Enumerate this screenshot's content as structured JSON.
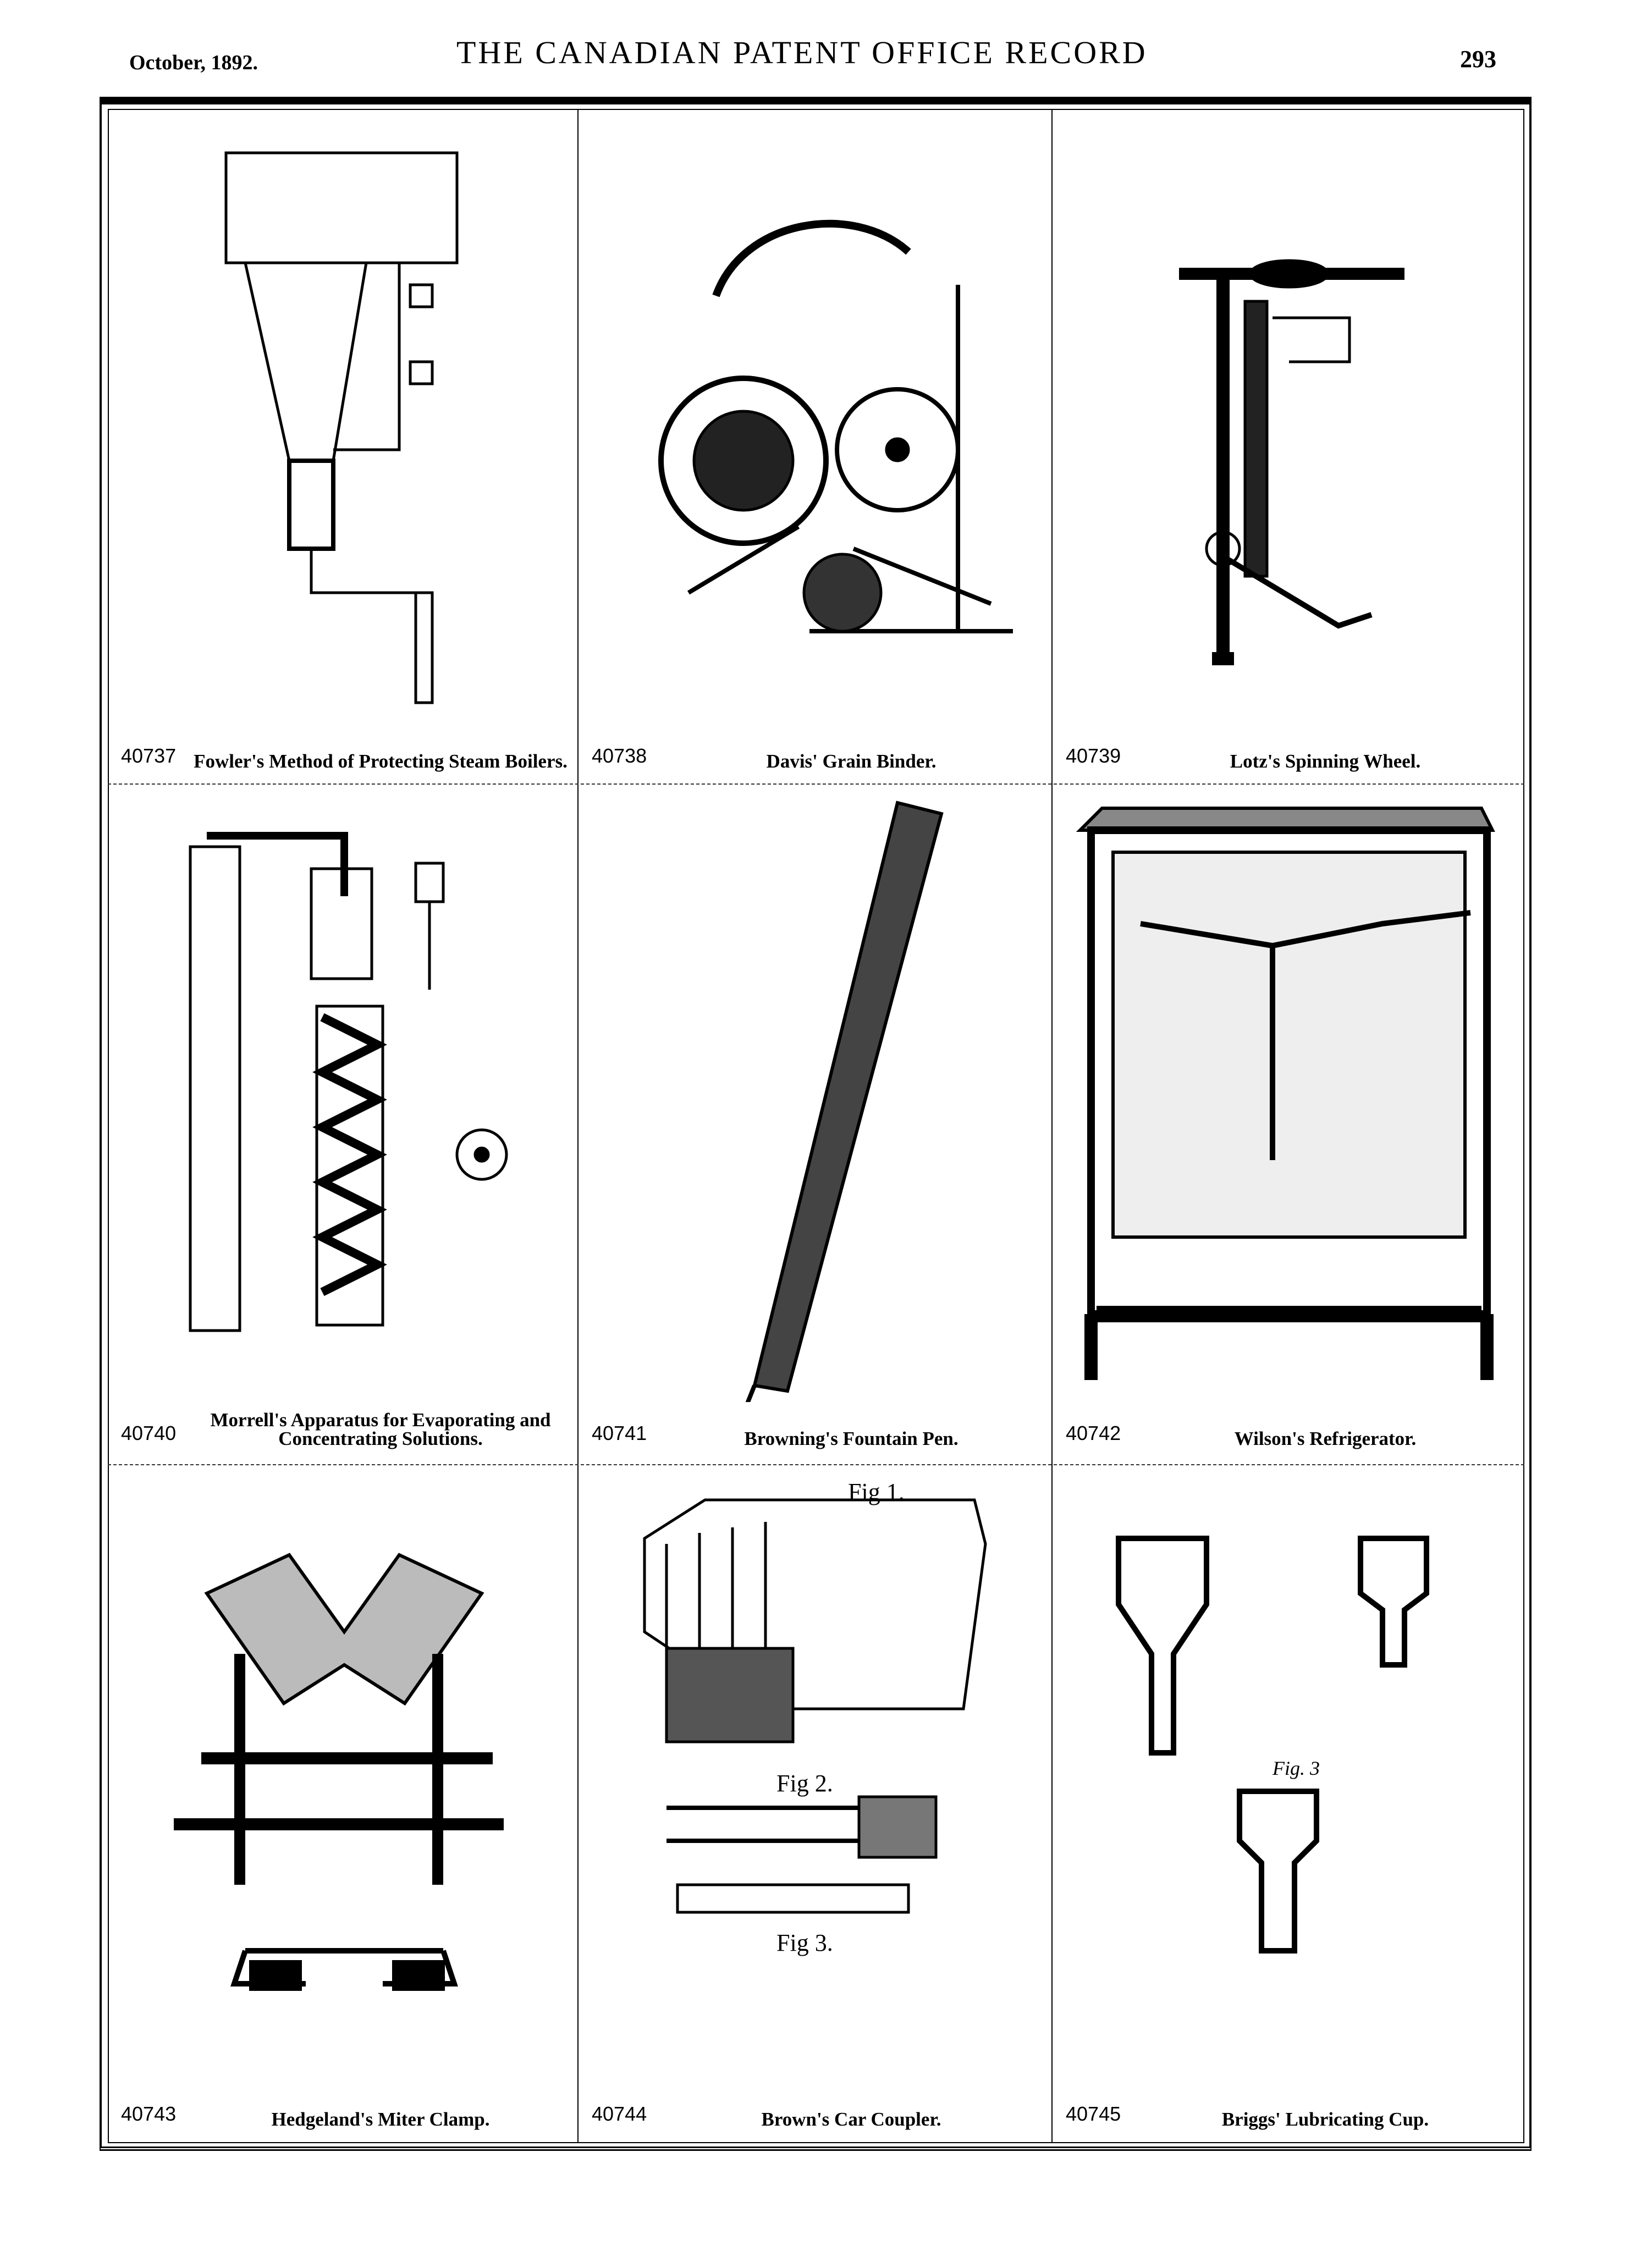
{
  "header": {
    "date": "October, 1892.",
    "title": "THE CANADIAN PATENT OFFICE RECORD",
    "page_number": "293"
  },
  "patents": [
    {
      "number": "40737",
      "title": "Fowler's Method of Protecting Steam Boilers."
    },
    {
      "number": "40738",
      "title": "Davis' Grain Binder."
    },
    {
      "number": "40739",
      "title": "Lotz's Spinning Wheel."
    },
    {
      "number": "40740",
      "title": "Morrell's Apparatus for Evaporating and Concentrating Solutions."
    },
    {
      "number": "40741",
      "title": "Browning's Fountain Pen."
    },
    {
      "number": "40742",
      "title": "Wilson's Refrigerator."
    },
    {
      "number": "40743",
      "title": "Hedgeland's Miter Clamp."
    },
    {
      "number": "40744",
      "title": "Brown's Car Coupler."
    },
    {
      "number": "40745",
      "title": "Briggs' Lubricating Cup."
    }
  ],
  "figure_labels": {
    "fig1": "Fig 1.",
    "fig2": "Fig 2.",
    "fig3": "Fig 3.",
    "fig3_cup": "Fig. 3"
  }
}
